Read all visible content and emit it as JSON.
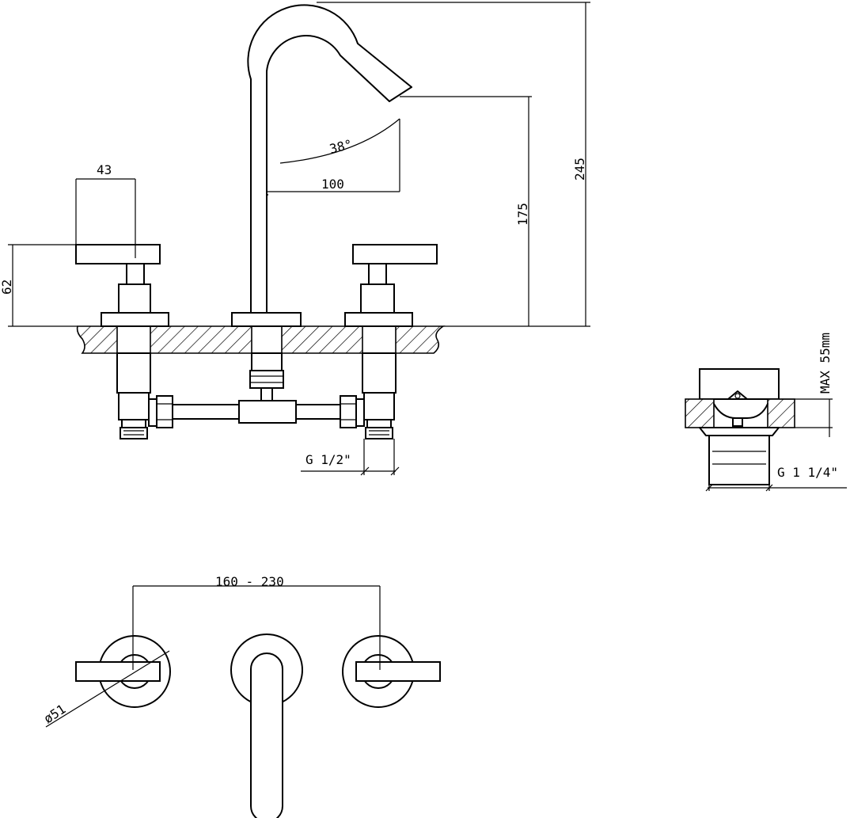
{
  "dimensions": {
    "handle_width": "43",
    "handle_height": "62",
    "spout_reach": "100",
    "spout_angle": "38°",
    "spout_outlet_height": "175",
    "overall_height": "245",
    "inlet_thread": "G 1/2\"",
    "max_deck_thickness": "MAX 55mm",
    "waste_thread": "G 1 1/4\"",
    "centres": "160 - 230",
    "escutcheon_diameter": "ø51"
  },
  "colors": {
    "line": "#000000",
    "background": "#ffffff"
  }
}
